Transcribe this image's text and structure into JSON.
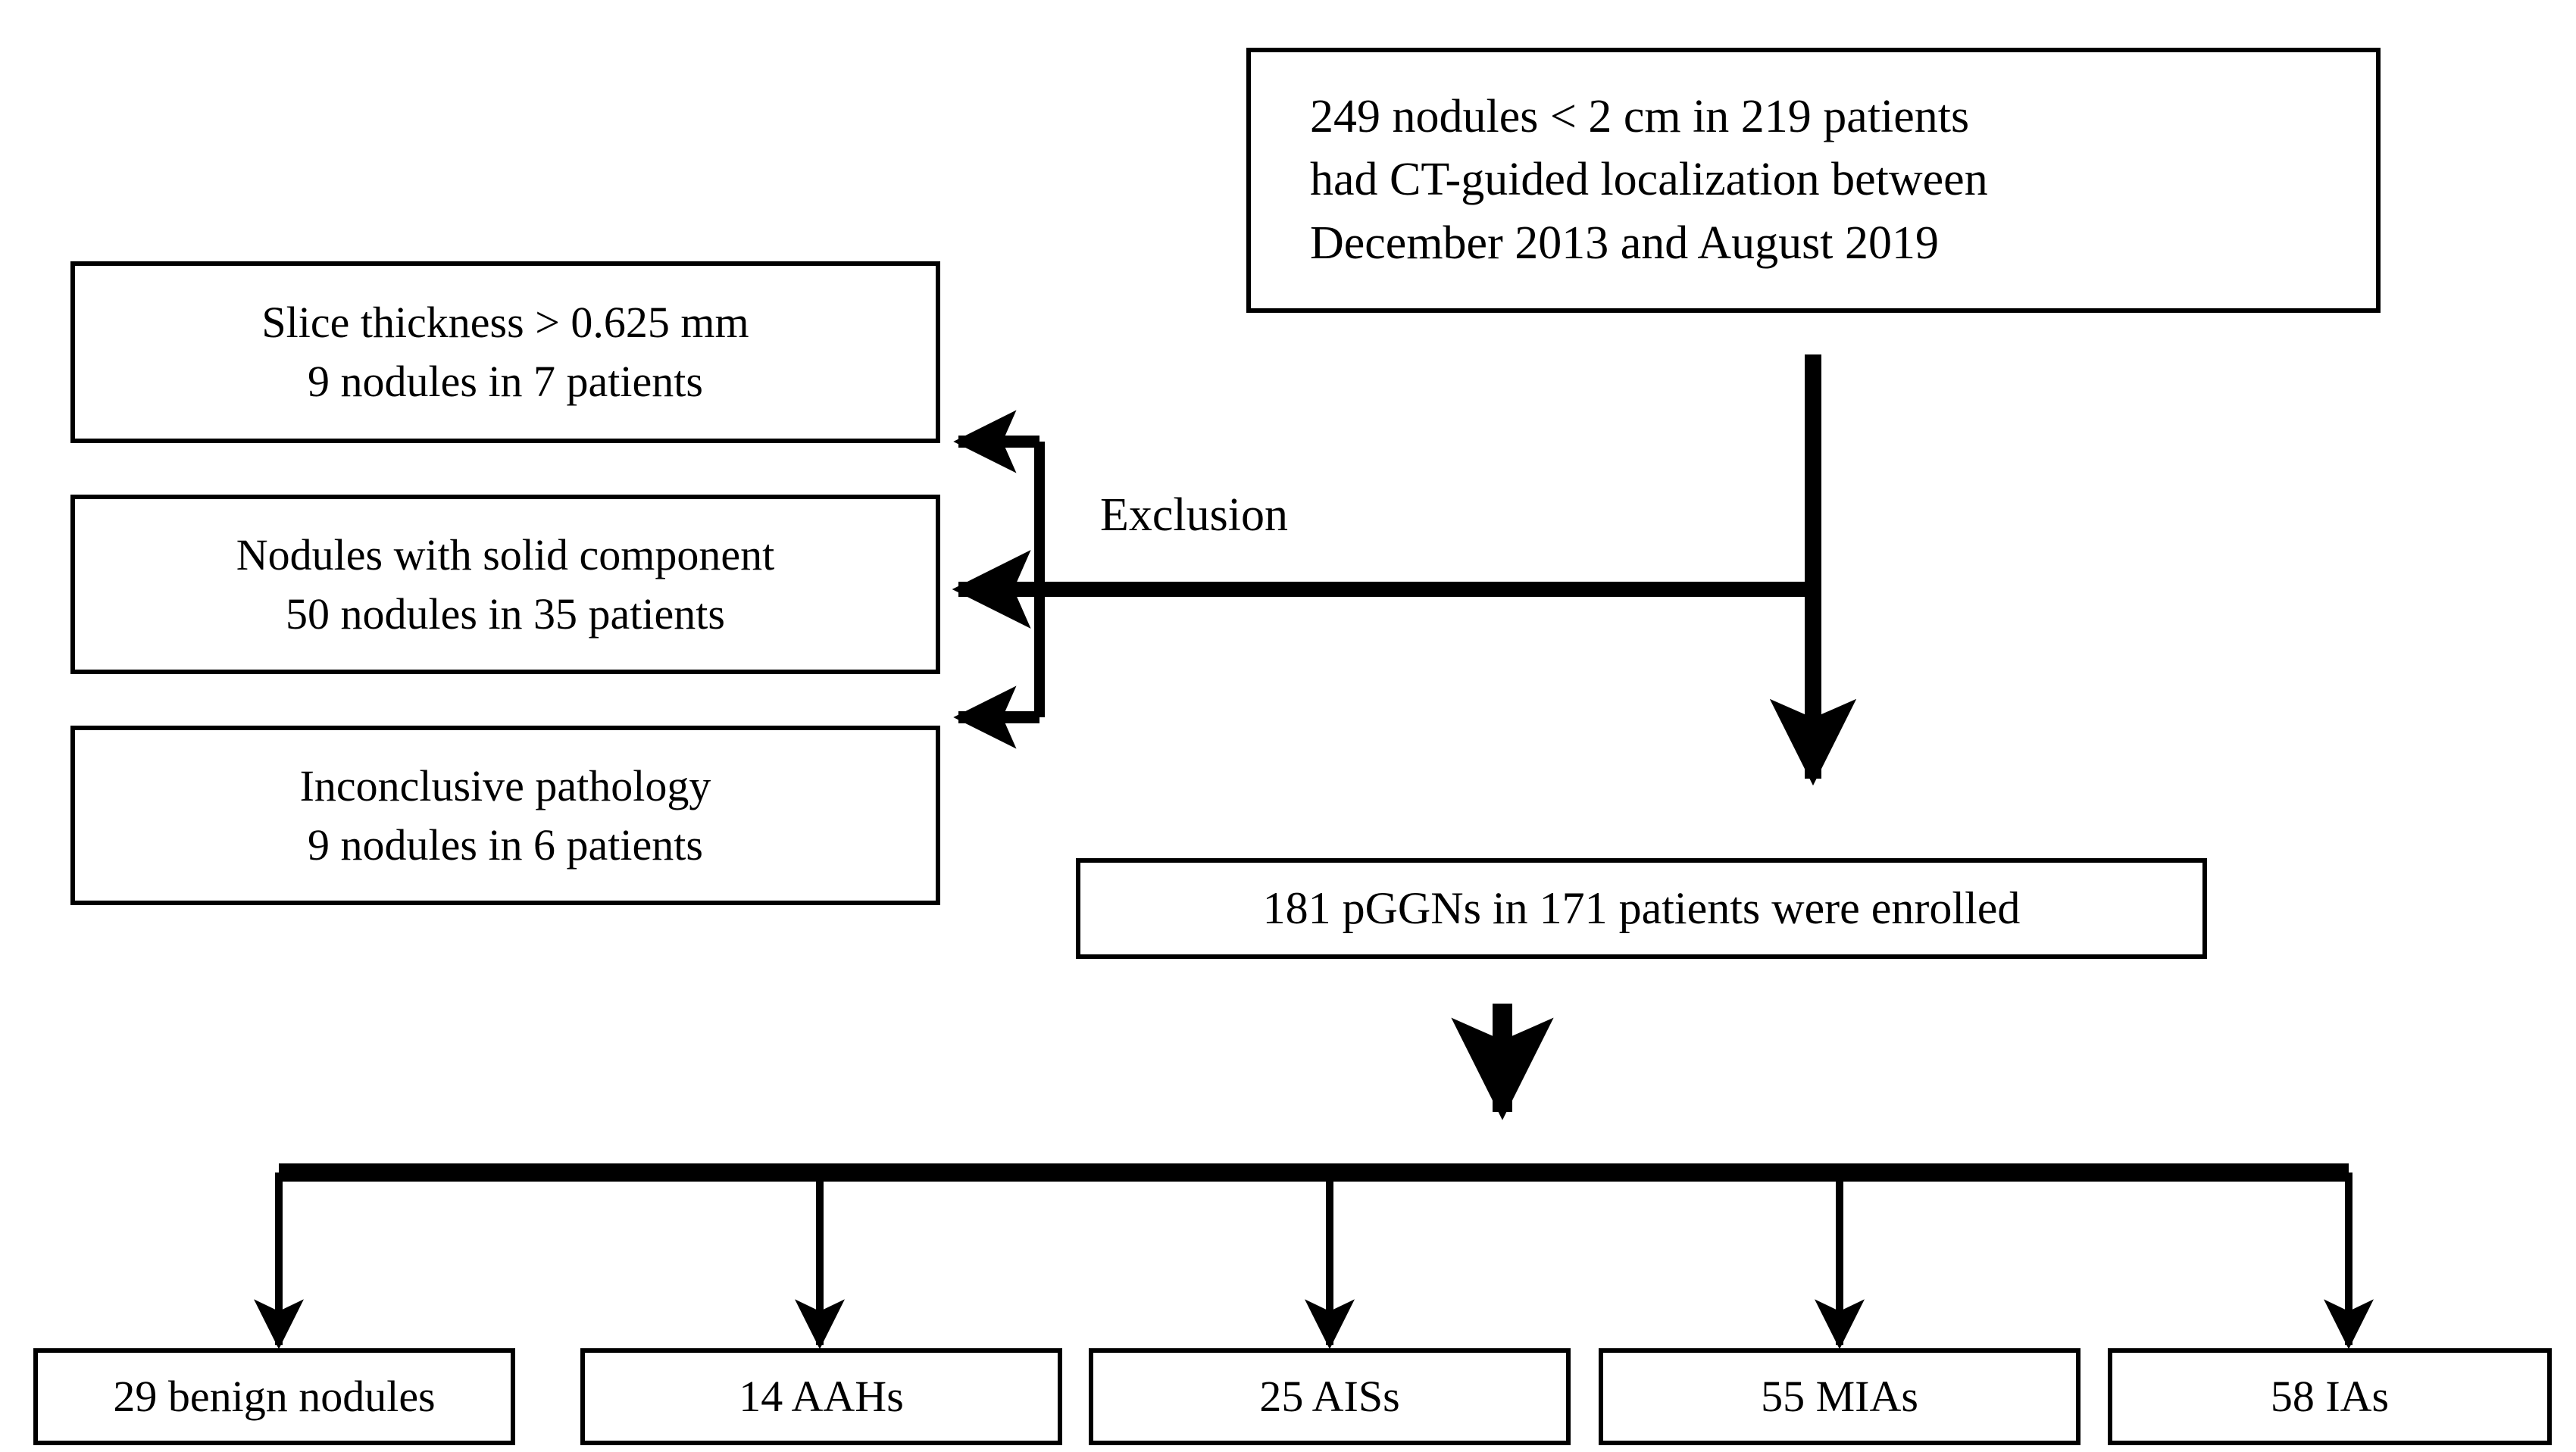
{
  "diagram": {
    "title": "Patient and nodule selection flow diagram",
    "background_color": "#ffffff",
    "stroke_color": "#000000",
    "text_color": "#000000"
  },
  "source_box": {
    "lines": [
      "249 nodules < 2 cm in 219 patients",
      "had CT-guided localization between",
      "December 2013 and August 2019"
    ]
  },
  "exclusion_label": "Exclusion",
  "exclusion_boxes": [
    {
      "lines": [
        "Slice thickness > 0.625 mm",
        "9 nodules in 7 patients"
      ]
    },
    {
      "lines": [
        "Nodules with solid component",
        "50 nodules in 35 patients"
      ]
    },
    {
      "lines": [
        "Inconclusive pathology",
        "9 nodules in 6 patients"
      ]
    }
  ],
  "enrolled_box": {
    "lines": [
      "181 pGGNs in 171 patients were enrolled"
    ]
  },
  "outcome_boxes": [
    {
      "label": "29 benign nodules"
    },
    {
      "label": "14 AAHs"
    },
    {
      "label": "25 AISs"
    },
    {
      "label": "55 MIAs"
    },
    {
      "label": "58 IAs"
    }
  ],
  "chart_data": {
    "type": "table",
    "title": "Patient and nodule selection flow",
    "nodes": [
      {
        "id": "source",
        "text": "249 nodules < 2 cm in 219 patients had CT-guided localization between December 2013 and August 2019",
        "nodules": 249,
        "patients": 219
      },
      {
        "id": "exclusion-1",
        "text": "Slice thickness > 0.625 mm 9 nodules in 7 patients",
        "nodules": 9,
        "patients": 7
      },
      {
        "id": "exclusion-2",
        "text": "Nodules with solid component 50 nodules in 35 patients",
        "nodules": 50,
        "patients": 35
      },
      {
        "id": "exclusion-3",
        "text": "Inconclusive pathology 9 nodules in 6 patients",
        "nodules": 9,
        "patients": 6
      },
      {
        "id": "enrolled",
        "text": "181 pGGNs in 171 patients were enrolled",
        "nodules": 181,
        "patients": 171
      }
    ],
    "categories": [
      "29 benign nodules",
      "14 AAHs",
      "25 AISs",
      "55 MIAs",
      "58 IAs"
    ],
    "values": [
      29,
      14,
      25,
      55,
      58
    ],
    "edges": [
      {
        "from": "source",
        "to": "exclusion-1",
        "label": "Exclusion"
      },
      {
        "from": "source",
        "to": "exclusion-2",
        "label": "Exclusion"
      },
      {
        "from": "source",
        "to": "exclusion-3",
        "label": "Exclusion"
      },
      {
        "from": "source",
        "to": "enrolled",
        "label": ""
      },
      {
        "from": "enrolled",
        "to": "29 benign nodules",
        "label": ""
      },
      {
        "from": "enrolled",
        "to": "14 AAHs",
        "label": ""
      },
      {
        "from": "enrolled",
        "to": "25 AISs",
        "label": ""
      },
      {
        "from": "enrolled",
        "to": "55 MIAs",
        "label": ""
      },
      {
        "from": "enrolled",
        "to": "58 IAs",
        "label": ""
      }
    ]
  }
}
